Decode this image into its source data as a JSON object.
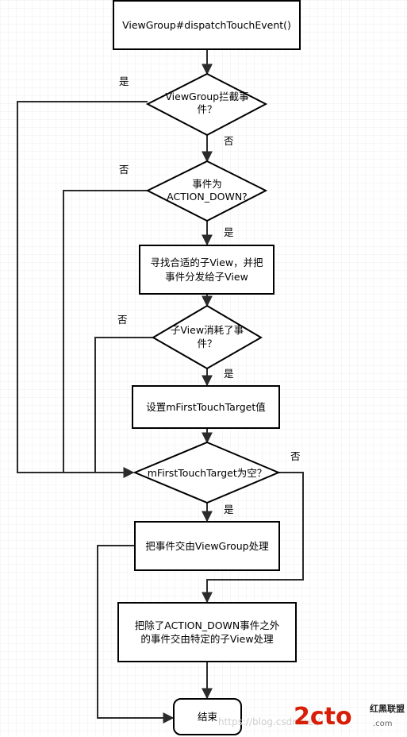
{
  "nodes": {
    "dispatch": "ViewGroup#dispatchTouchEvent()",
    "intercept": [
      "ViewGroup拦截事",
      "件？"
    ],
    "action_down": [
      "事件为",
      "ACTION_DOWN?"
    ],
    "find_child": [
      "寻找合适的子View，并把",
      "事件分发给子View"
    ],
    "consumed": [
      "子View消耗了事",
      "件？"
    ],
    "set_target": "设置mFirstTouchTarget值",
    "target_null": "mFirstTouchTarget为空？",
    "handle_self": "把事件交由ViewGroup处理",
    "dispatch_child": [
      "把除了ACTION_DOWN事件之外",
      "的事件交由特定的子View处理"
    ],
    "end": "结束"
  },
  "edge_labels": {
    "intercept_yes": "是",
    "intercept_no": "否",
    "action_down_no": "否",
    "action_down_yes": "是",
    "consumed_no": "否",
    "consumed_yes": "是",
    "target_null_no": "否",
    "target_null_yes": "是"
  },
  "watermark": {
    "url": "https://blog.csdn.net/",
    "logo_main": "2cto",
    "logo_sub": "红黑联盟",
    "logo_small": ".com"
  },
  "colors": {
    "stroke": "#000000",
    "line": "#2b2b2b",
    "grid": "#e9e9e9",
    "logo": "#d81e06"
  }
}
